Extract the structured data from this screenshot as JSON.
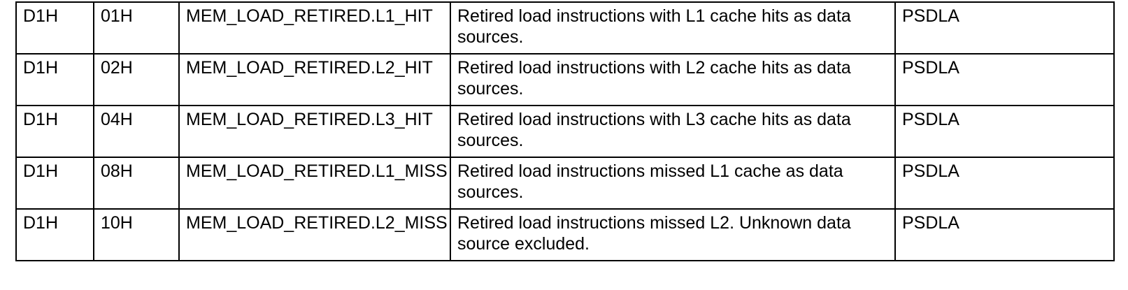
{
  "table": {
    "columns": [
      {
        "key": "event_code",
        "name": "event-code-column"
      },
      {
        "key": "umask",
        "name": "umask-column"
      },
      {
        "key": "event_name",
        "name": "event-name-column"
      },
      {
        "key": "description",
        "name": "description-column"
      },
      {
        "key": "support",
        "name": "support-column"
      }
    ],
    "rows": [
      {
        "event_code": "D1H",
        "umask": "01H",
        "event_name": "MEM_LOAD_RETIRED.L1_HIT",
        "description": "Retired load instructions with L1 cache hits as data sources.",
        "support": "PSDLA"
      },
      {
        "event_code": "D1H",
        "umask": "02H",
        "event_name": "MEM_LOAD_RETIRED.L2_HIT",
        "description": "Retired load instructions with L2 cache hits as data sources.",
        "support": "PSDLA"
      },
      {
        "event_code": "D1H",
        "umask": "04H",
        "event_name": "MEM_LOAD_RETIRED.L3_HIT",
        "description": "Retired load instructions with L3 cache hits as data sources.",
        "support": "PSDLA"
      },
      {
        "event_code": "D1H",
        "umask": "08H",
        "event_name": "MEM_LOAD_RETIRED.L1_MISS",
        "description": "Retired load instructions missed L1 cache as data sources.",
        "support": "PSDLA"
      },
      {
        "event_code": "D1H",
        "umask": "10H",
        "event_name": "MEM_LOAD_RETIRED.L2_MISS",
        "description": "Retired load instructions missed L2. Unknown data source excluded.",
        "support": "PSDLA"
      }
    ]
  },
  "colors": {
    "border": "#000000",
    "text": "#000000",
    "background": "#ffffff"
  }
}
